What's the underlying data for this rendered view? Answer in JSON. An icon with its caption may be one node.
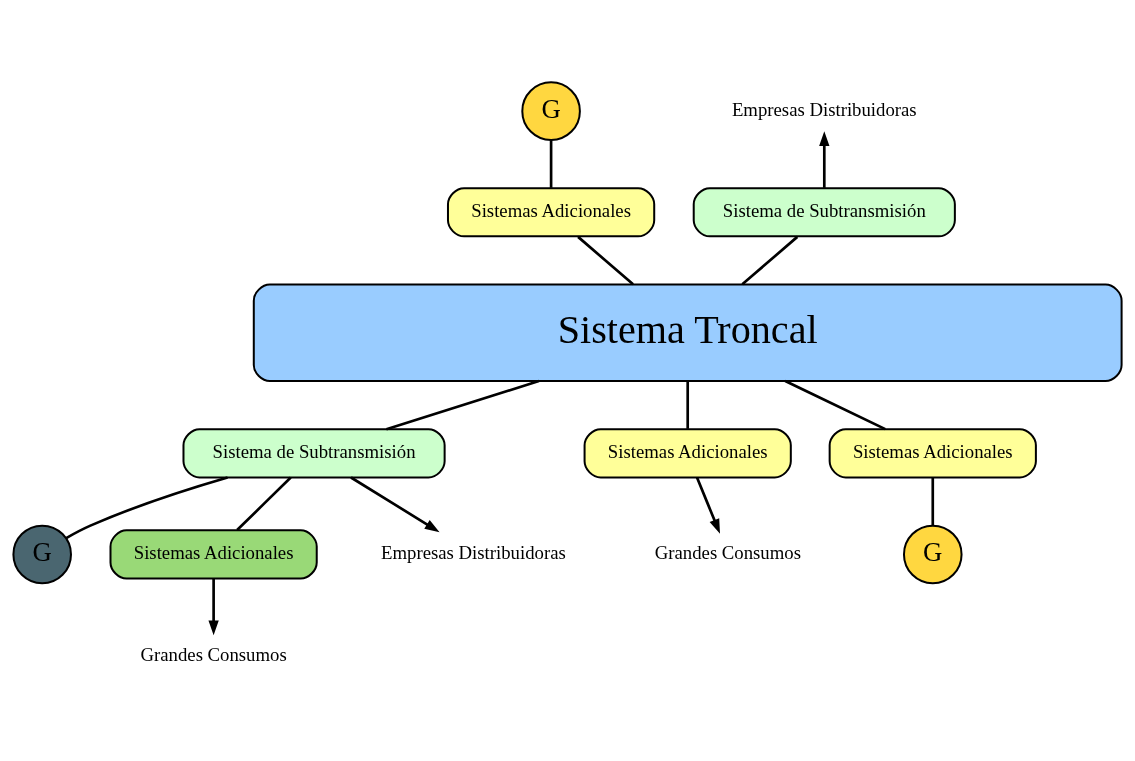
{
  "diagram": {
    "nodes": [
      {
        "text": [
          "G"
        ]
      },
      {
        "text": [
          "Sistemas Adicionales"
        ]
      },
      {
        "text": [
          "Empresas Distribuidoras"
        ]
      },
      {
        "text": [
          "Sistema de Subtransmisión"
        ]
      },
      {
        "text": [
          "Sistema Troncal"
        ]
      },
      {
        "text": [
          "Sistema de Subtransmisión"
        ]
      },
      {
        "text": [
          "Sistemas Adicionales"
        ]
      },
      {
        "text": [
          "Sistemas Adicionales"
        ]
      },
      {
        "text": [
          "G"
        ]
      },
      {
        "text": [
          "Sistemas Adicionales"
        ]
      },
      {
        "text": [
          "Empresas Distribuidoras"
        ]
      },
      {
        "text": [
          "Grandes Consumos"
        ]
      },
      {
        "text": [
          "G"
        ]
      },
      {
        "text": [
          "Grandes Consumos"
        ]
      }
    ],
    "edges": [
      {
        "from": 0,
        "to": 1,
        "arrow": "none"
      },
      {
        "from": 1,
        "to": 4,
        "arrow": "none"
      },
      {
        "from": 3,
        "to": 2,
        "arrow": "to"
      },
      {
        "from": 4,
        "to": 3,
        "arrow": "none"
      },
      {
        "from": 4,
        "to": 5,
        "arrow": "none"
      },
      {
        "from": 4,
        "to": 6,
        "arrow": "none"
      },
      {
        "from": 4,
        "to": 7,
        "arrow": "none"
      },
      {
        "from": 5,
        "to": 10,
        "arrow": "to"
      },
      {
        "from": 5,
        "to": 8,
        "arrow": "none"
      },
      {
        "from": 5,
        "to": 9,
        "arrow": "none"
      },
      {
        "from": 6,
        "to": 11,
        "arrow": "to"
      },
      {
        "from": 9,
        "to": 13,
        "arrow": "to"
      },
      {
        "from": 7,
        "to": 12,
        "arrow": "none"
      }
    ]
  }
}
